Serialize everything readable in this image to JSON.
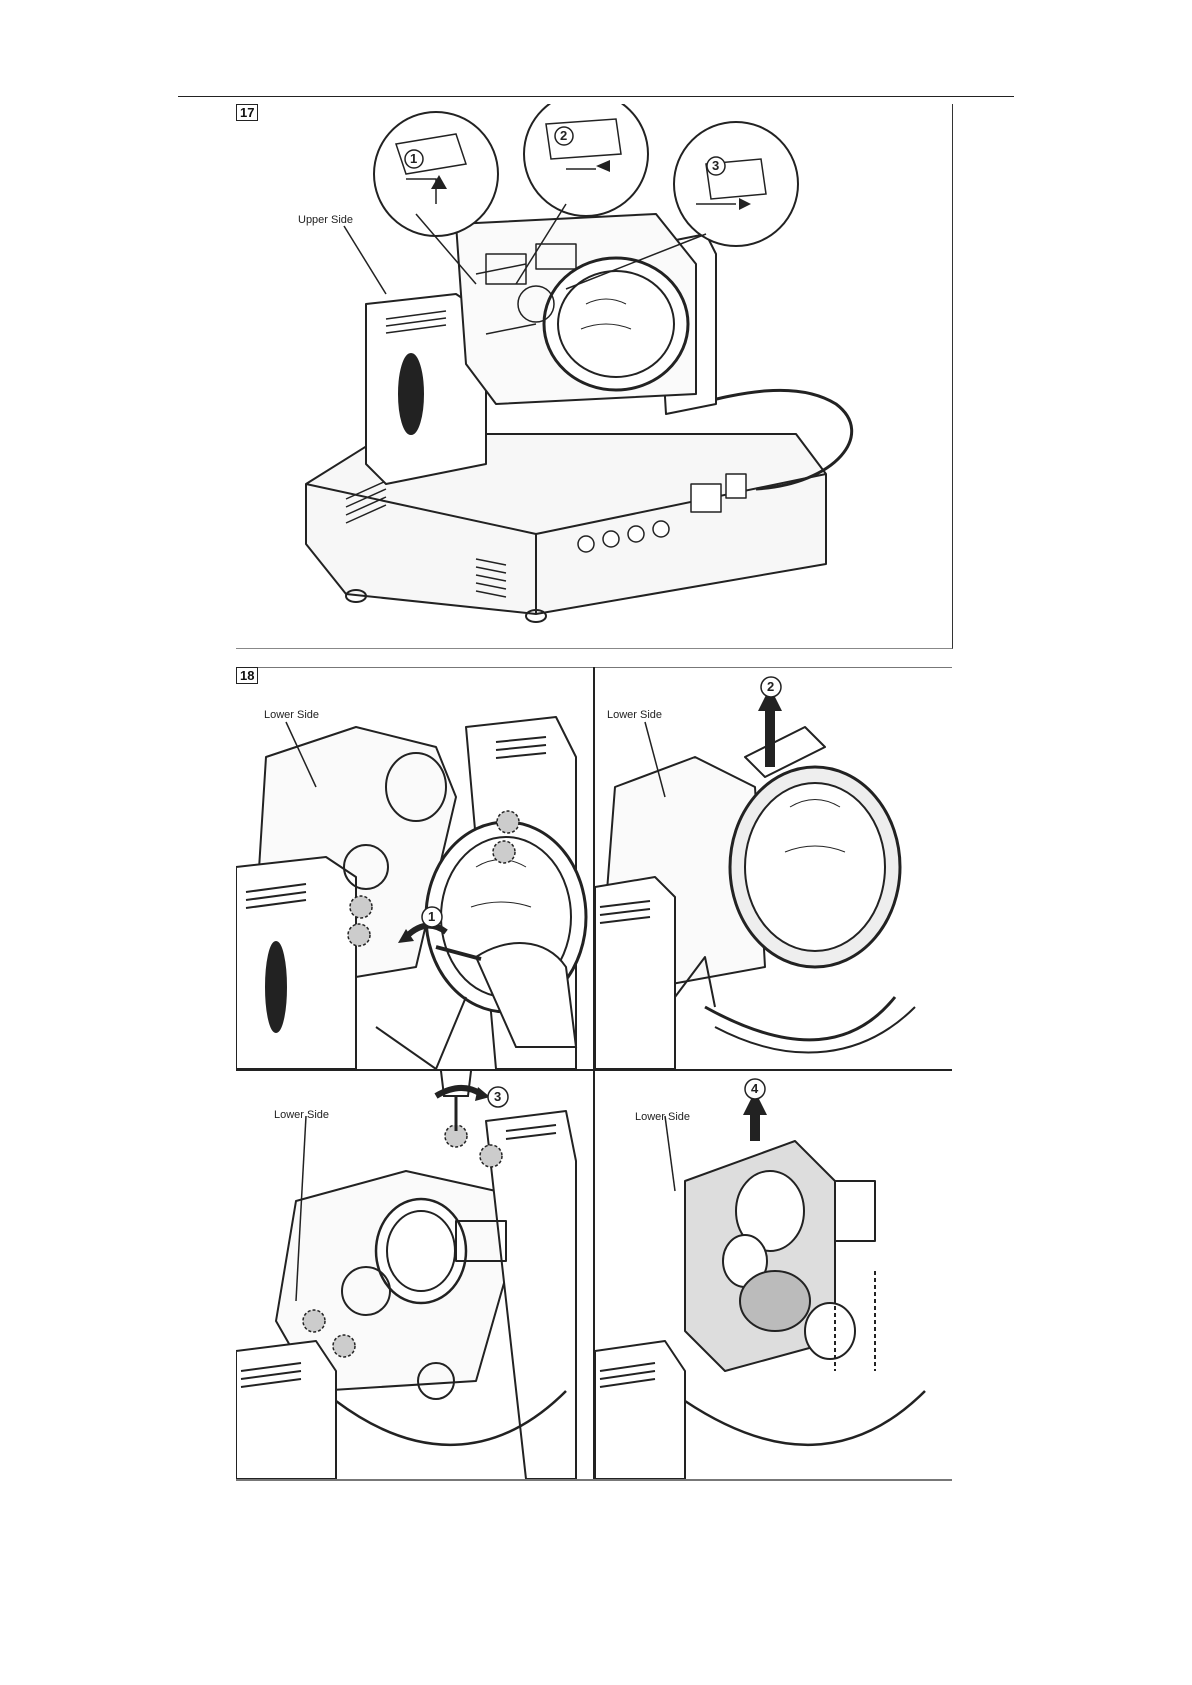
{
  "figures": [
    {
      "number": "17",
      "callout_label": "Upper Side",
      "steps": [
        "1",
        "2",
        "3"
      ]
    },
    {
      "number": "18",
      "panels": [
        {
          "label": "Lower Side",
          "step": "1"
        },
        {
          "label": "Lower Side",
          "step": "2"
        },
        {
          "label": "Lower Side",
          "step": "3"
        },
        {
          "label": "Lower Side",
          "step": "4"
        }
      ]
    }
  ]
}
